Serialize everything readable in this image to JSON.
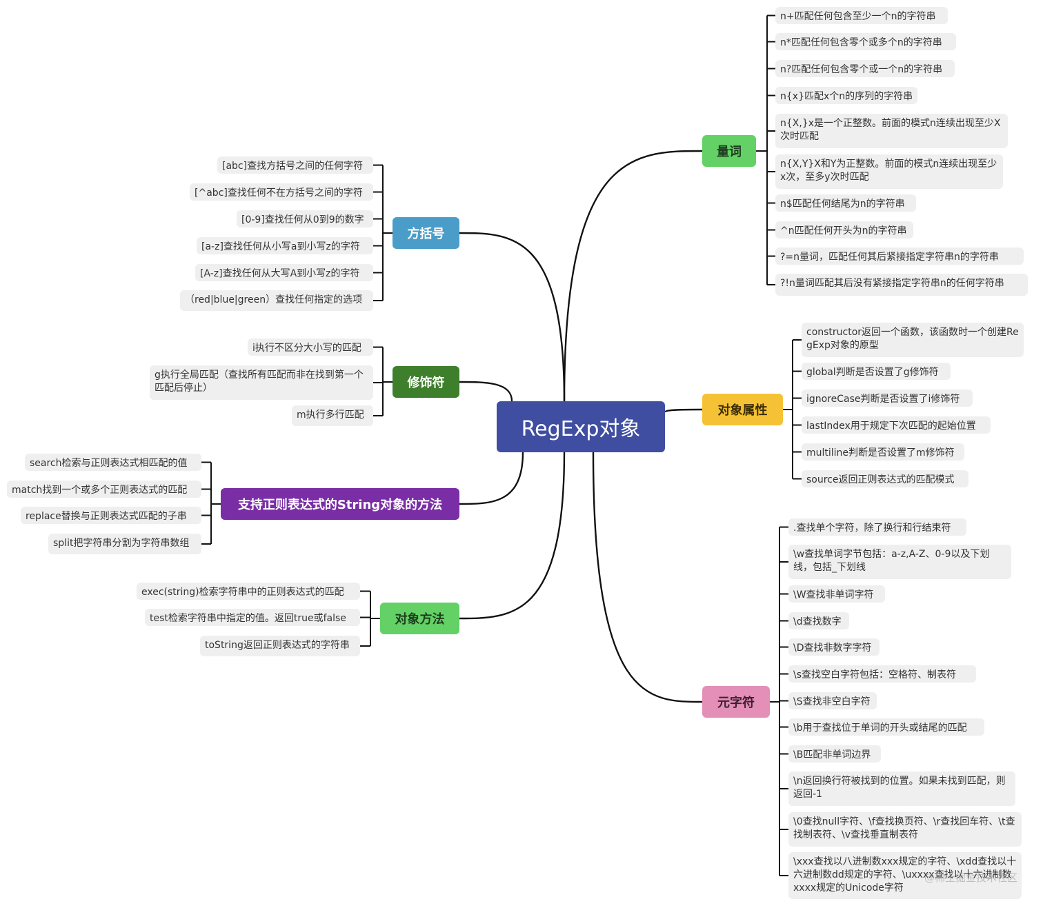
{
  "central": {
    "label": "RegExp对象",
    "color": "#3f4ea1"
  },
  "branches": [
    {
      "id": "liangci",
      "label": "量词",
      "color": "#63d165",
      "text_color": "#1f3d1f",
      "leaves": [
        "n+匹配任何包含至少一个n的字符串",
        "n*匹配任何包含零个或多个n的字符串",
        "n?匹配任何包含零个或一个n的字符串",
        "n{x}匹配x个n的序列的字符串",
        "n{X,}x是一个正整数。前面的模式n连续出现至少X次时匹配",
        "n{X,Y}X和Y为正整数。前面的模式n连续出现至少x次，至多y次时匹配",
        "n$匹配任何结尾为n的字符串",
        "^n匹配任何开头为n的字符串",
        "?=n量词，匹配任何其后紧接指定字符串n的字符串",
        "?!n量词匹配其后没有紧接指定字符串n的任何字符串"
      ]
    },
    {
      "id": "shuxing",
      "label": "对象属性",
      "color": "#f6c235",
      "text_color": "#3d2e05",
      "leaves": [
        "constructor返回一个函数，该函数时一个创建RegExp对象的原型",
        "global判断是否设置了g修饰符",
        "ignoreCase判断是否设置了i修饰符",
        "lastIndex用于规定下次匹配的起始位置",
        "multiline判断是否设置了m修饰符",
        "source返回正则表达式的匹配模式"
      ]
    },
    {
      "id": "yuanzifu",
      "label": "元字符",
      "color": "#e38fb8",
      "text_color": "#3d1f2e",
      "leaves": [
        ".查找单个字符，除了换行和行结束符",
        "\\w查找单词字节包括：a-z,A-Z、0-9以及下划线，包括_下划线",
        "\\W查找非单词字符",
        "\\d查找数字",
        "\\D查找非数字字符",
        "\\s查找空白字符包括：空格符、制表符",
        "\\S查找非空白字符",
        "\\b用于查找位于单词的开头或结尾的匹配",
        "\\B匹配非单词边界",
        "\\n返回换行符被找到的位置。如果未找到匹配，则返回-1",
        "\\0查找null字符、\\f查找换页符、\\r查找回车符、\\t查找制表符、\\v查找垂直制表符",
        "\\xxx查找以八进制数xxx规定的字符、\\xdd查找以十六进制数dd规定的字符、\\uxxxx查找以十六进制数xxxx规定的Unicode字符"
      ]
    },
    {
      "id": "fangkuohao",
      "label": "方括号",
      "color": "#4a9dc8",
      "text_color": "#ffffff",
      "leaves": [
        "[abc]查找方括号之间的任何字符",
        "[^abc]查找任何不在方括号之间的字符",
        "[0-9]查找任何从0到9的数字",
        "[a-z]查找任何从小写a到小写z的字符",
        "[A-z]查找任何从大写A到小写z的字符",
        "（red|blue|green）查找任何指定的选项"
      ]
    },
    {
      "id": "xiushifu",
      "label": "修饰符",
      "color": "#3e7f2c",
      "text_color": "#ffffff",
      "leaves": [
        "i执行不区分大小写的匹配",
        "g执行全局匹配（查找所有匹配而非在找到第一个匹配后停止）",
        "m执行多行匹配"
      ]
    },
    {
      "id": "string",
      "label": "支持正则表达式的String对象的方法",
      "color": "#7a2ea5",
      "text_color": "#ffffff",
      "leaves": [
        "search检索与正则表达式相匹配的值",
        "match找到一个或多个正则表达式的匹配",
        "replace替换与正则表达式匹配的子串",
        "split把字符串分割为字符串数组"
      ]
    },
    {
      "id": "fangfa",
      "label": "对象方法",
      "color": "#63d165",
      "text_color": "#1f3d1f",
      "leaves": [
        "exec(string)检索字符串中的正则表达式的匹配",
        "test检索字符串中指定的值。返回true或false",
        "toString返回正则表达式的字符串"
      ]
    }
  ],
  "watermark": "@稀土掘金技术社区"
}
